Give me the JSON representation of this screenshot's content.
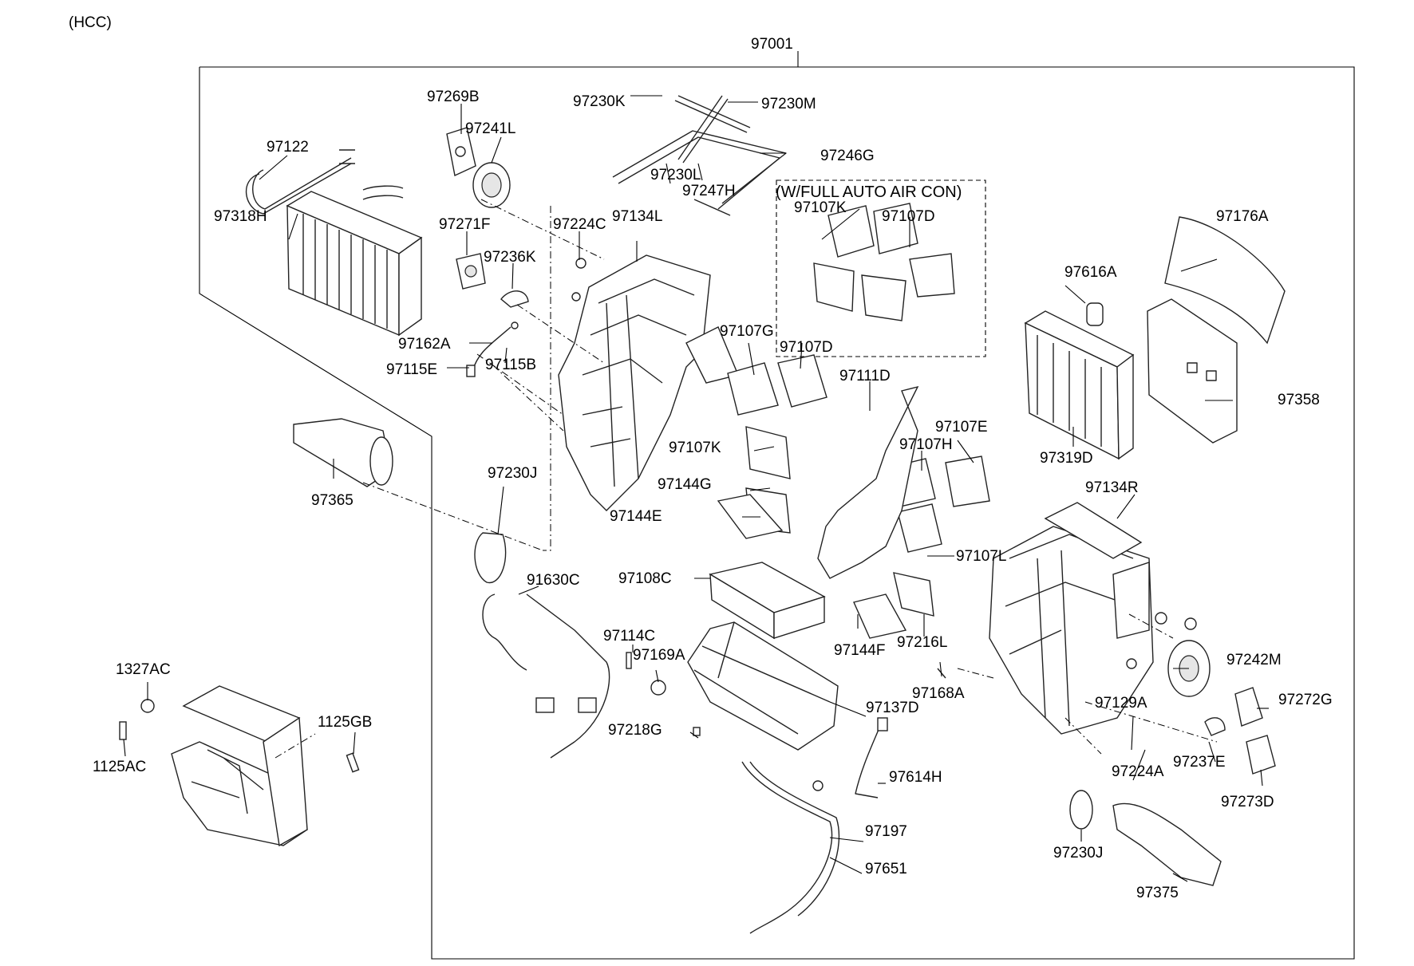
{
  "header": {
    "code": "(HCC)"
  },
  "assembly_number": "97001",
  "option_note": "(W/FULL AUTO AIR CON)",
  "callouts": [
    {
      "id": "c1",
      "label": "97001"
    },
    {
      "id": "c2",
      "label": "97269B"
    },
    {
      "id": "c3",
      "label": "97241L"
    },
    {
      "id": "c4",
      "label": "97230K"
    },
    {
      "id": "c5",
      "label": "97230M"
    },
    {
      "id": "c6",
      "label": "97122"
    },
    {
      "id": "c7",
      "label": "97246G"
    },
    {
      "id": "c8",
      "label": "97230L"
    },
    {
      "id": "c9",
      "label": "97247H"
    },
    {
      "id": "c10",
      "label": "97271F"
    },
    {
      "id": "c11",
      "label": "97224C"
    },
    {
      "id": "c12",
      "label": "97134L"
    },
    {
      "id": "c13",
      "label": "97107K"
    },
    {
      "id": "c14",
      "label": "97107D"
    },
    {
      "id": "c15",
      "label": "97318H"
    },
    {
      "id": "c16",
      "label": "97236K"
    },
    {
      "id": "c17",
      "label": "97176A"
    },
    {
      "id": "c18",
      "label": "97616A"
    },
    {
      "id": "c19",
      "label": "97162A"
    },
    {
      "id": "c20",
      "label": "97107G"
    },
    {
      "id": "c21",
      "label": "97107D"
    },
    {
      "id": "c22",
      "label": "97115E"
    },
    {
      "id": "c23",
      "label": "97115B"
    },
    {
      "id": "c24",
      "label": "97111D"
    },
    {
      "id": "c25",
      "label": "97358"
    },
    {
      "id": "c26",
      "label": "97107E"
    },
    {
      "id": "c27",
      "label": "97107H"
    },
    {
      "id": "c28",
      "label": "97107K"
    },
    {
      "id": "c29",
      "label": "97319D"
    },
    {
      "id": "c30",
      "label": "97230J"
    },
    {
      "id": "c31",
      "label": "97144G"
    },
    {
      "id": "c32",
      "label": "97134R"
    },
    {
      "id": "c33",
      "label": "97365"
    },
    {
      "id": "c34",
      "label": "97144E"
    },
    {
      "id": "c35",
      "label": "97107L"
    },
    {
      "id": "c36",
      "label": "91630C"
    },
    {
      "id": "c37",
      "label": "97108C"
    },
    {
      "id": "c38",
      "label": "97114C"
    },
    {
      "id": "c39",
      "label": "97169A"
    },
    {
      "id": "c40",
      "label": "97144F"
    },
    {
      "id": "c41",
      "label": "97216L"
    },
    {
      "id": "c42",
      "label": "97242M"
    },
    {
      "id": "c43",
      "label": "1327AC"
    },
    {
      "id": "c44",
      "label": "97168A"
    },
    {
      "id": "c45",
      "label": "97129A"
    },
    {
      "id": "c46",
      "label": "97272G"
    },
    {
      "id": "c47",
      "label": "97137D"
    },
    {
      "id": "c48",
      "label": "1125GB"
    },
    {
      "id": "c49",
      "label": "97218G"
    },
    {
      "id": "c50",
      "label": "97224A"
    },
    {
      "id": "c51",
      "label": "97237E"
    },
    {
      "id": "c52",
      "label": "1125AC"
    },
    {
      "id": "c53",
      "label": "97614H"
    },
    {
      "id": "c54",
      "label": "97273D"
    },
    {
      "id": "c55",
      "label": "97197"
    },
    {
      "id": "c56",
      "label": "97230J"
    },
    {
      "id": "c57",
      "label": "97651"
    },
    {
      "id": "c58",
      "label": "97375"
    }
  ]
}
